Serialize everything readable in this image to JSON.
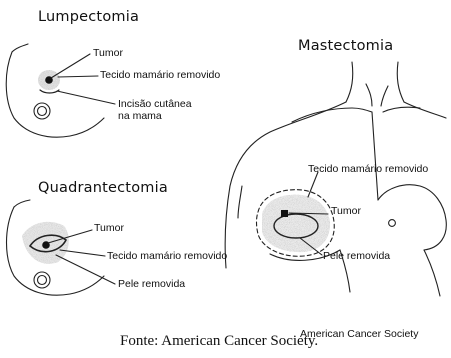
{
  "lumpectomy": {
    "title": "Lumpectomia",
    "labels": {
      "tumor": "Tumor",
      "tissue": "Tecido mamário removido",
      "incision_line1": "Incisão cutânea",
      "incision_line2": "na mama"
    }
  },
  "quadrantectomy": {
    "title": "Quadrantectomia",
    "labels": {
      "tumor": "Tumor",
      "tissue": "Tecido mamário removido",
      "skin": "Pele removida"
    }
  },
  "mastectomy": {
    "title": "Mastectomia",
    "labels": {
      "tissue": "Tecido mamário removido",
      "tumor": "Tumor",
      "skin": "Pele removida"
    }
  },
  "credit": "American Cancer Society",
  "caption": "Fonte: American Cancer Society."
}
